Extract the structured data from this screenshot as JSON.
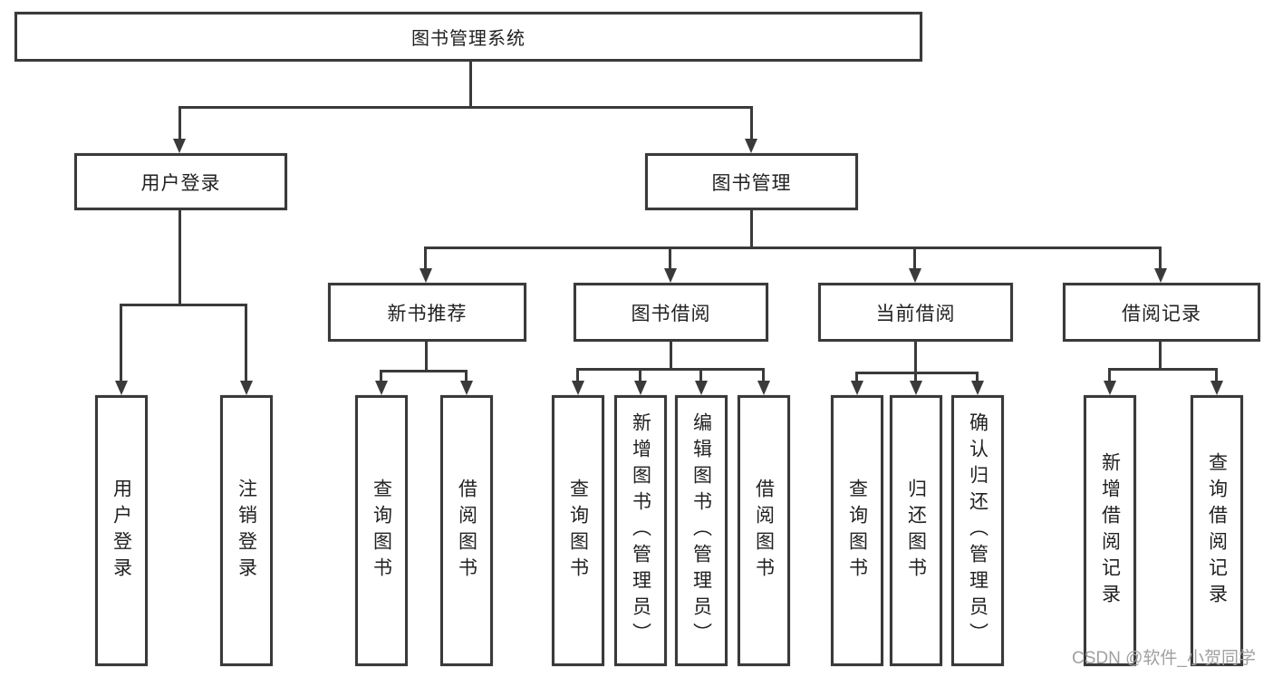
{
  "tree": {
    "root": {
      "label": "图书管理系统"
    },
    "branches": [
      {
        "label": "用户登录",
        "children": [
          {
            "label": "用户登录"
          },
          {
            "label": "注销登录"
          }
        ]
      },
      {
        "label": "图书管理",
        "children": [
          {
            "label": "新书推荐",
            "children": [
              {
                "label": "查询图书"
              },
              {
                "label": "借阅图书"
              }
            ]
          },
          {
            "label": "图书借阅",
            "children": [
              {
                "label": "查询图书"
              },
              {
                "label": "新增图书（管理员）"
              },
              {
                "label": "编辑图书（管理员）"
              },
              {
                "label": "借阅图书"
              }
            ]
          },
          {
            "label": "当前借阅",
            "children": [
              {
                "label": "查询图书"
              },
              {
                "label": "归还图书"
              },
              {
                "label": "确认归还（管理员）"
              }
            ]
          },
          {
            "label": "借阅记录",
            "children": [
              {
                "label": "新增借阅记录"
              },
              {
                "label": "查询借阅记录"
              }
            ]
          }
        ]
      }
    ],
    "watermark": "CSDN @软件_小贺同学"
  },
  "colors": {
    "line": "#3a3a3a",
    "text": "#222222",
    "bg": "#ffffff",
    "watermark": "#a0a0a0"
  }
}
